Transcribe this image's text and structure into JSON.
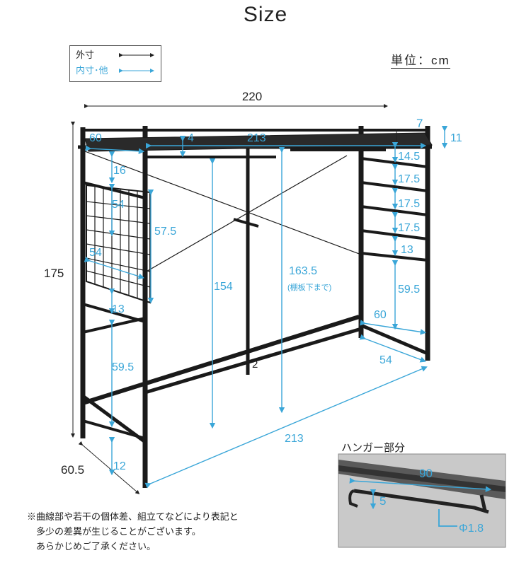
{
  "title": "Size",
  "legend": {
    "outer_label": "外寸",
    "inner_label": "内寸･他",
    "outer_color": "#222222",
    "inner_color": "#3aa6d8"
  },
  "unit": "単位：cm",
  "dimensions": {
    "outer": {
      "width_top": "220",
      "height_left": "175",
      "depth_bottom": "60.5",
      "post_top_right": "7",
      "dia_right": "2"
    },
    "inner": {
      "depth_top_left": "60",
      "shelf_thickness": "4",
      "shelf_width": "213",
      "rail_height": "11",
      "ladder_gap1": "14.5",
      "ladder_gap2": "17.5",
      "ladder_gap3": "17.5",
      "ladder_gap4": "17.5",
      "ladder_gap5": "13",
      "ladder_bottom": "59.5",
      "right_depth_inner": "60",
      "right_depth_bottom": "54",
      "mesh_top_gap": "16",
      "mesh_width": "54",
      "mesh_height": "57.5",
      "mesh_depth": "54",
      "mesh_bottom_gap": "13",
      "left_bottom": "59.5",
      "foot": "12",
      "clearance_hanger": "154",
      "clearance_shelf": "163.5",
      "clearance_shelf_note": "(棚板下まで)",
      "bottom_width": "213"
    }
  },
  "inset": {
    "title": "ハンガー部分",
    "length": "90",
    "drop": "5",
    "diameter": "Φ1.8"
  },
  "note": [
    "※曲線部や若干の個体差、組立てなどにより表記と",
    "　多少の差異が生じることがございます。",
    "　あらかじめご了承ください。"
  ]
}
